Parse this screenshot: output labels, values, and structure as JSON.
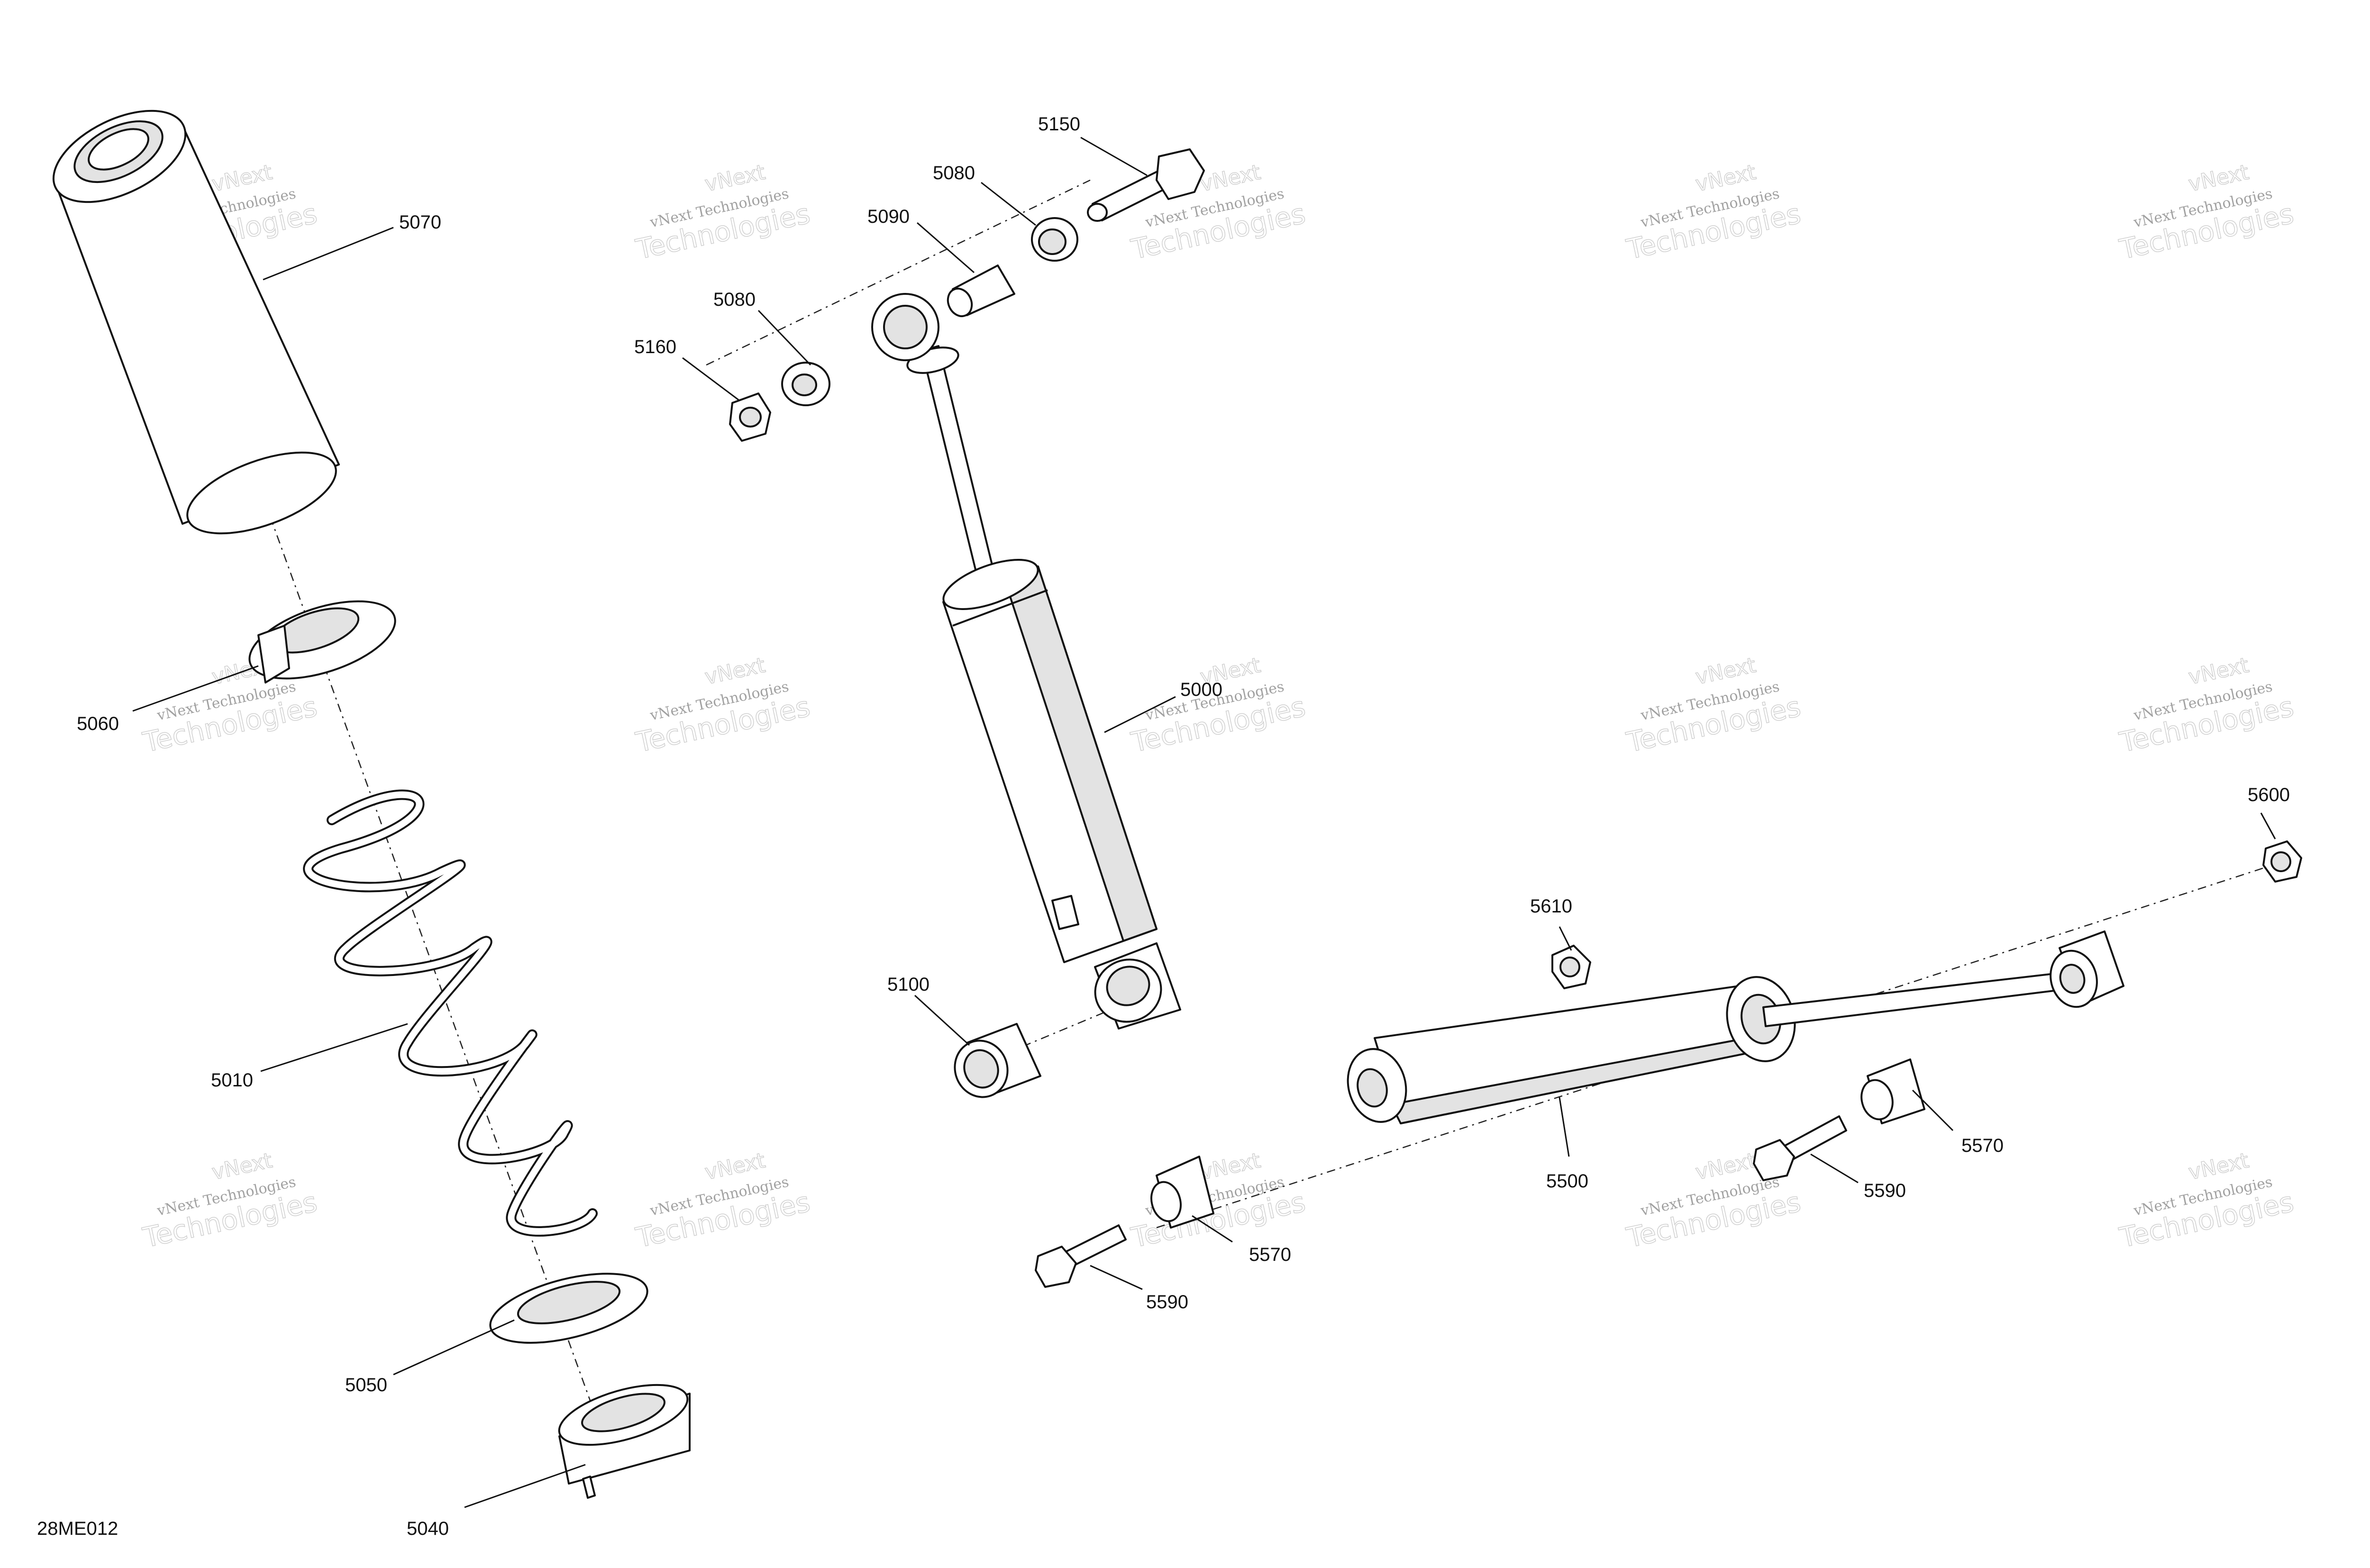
{
  "drawing_id": "28ME012",
  "watermark": {
    "line1": "vNext Technologies",
    "line2": "Technologies",
    "corner": "vNext"
  },
  "parts": {
    "p5000": "5000",
    "p5010": "5010",
    "p5040": "5040",
    "p5050": "5050",
    "p5060": "5060",
    "p5070": "5070",
    "p5080a": "5080",
    "p5080b": "5080",
    "p5090": "5090",
    "p5100": "5100",
    "p5150": "5150",
    "p5160": "5160",
    "p5500": "5500",
    "p5570a": "5570",
    "p5570b": "5570",
    "p5590a": "5590",
    "p5590b": "5590",
    "p5600": "5600",
    "p5610": "5610"
  }
}
